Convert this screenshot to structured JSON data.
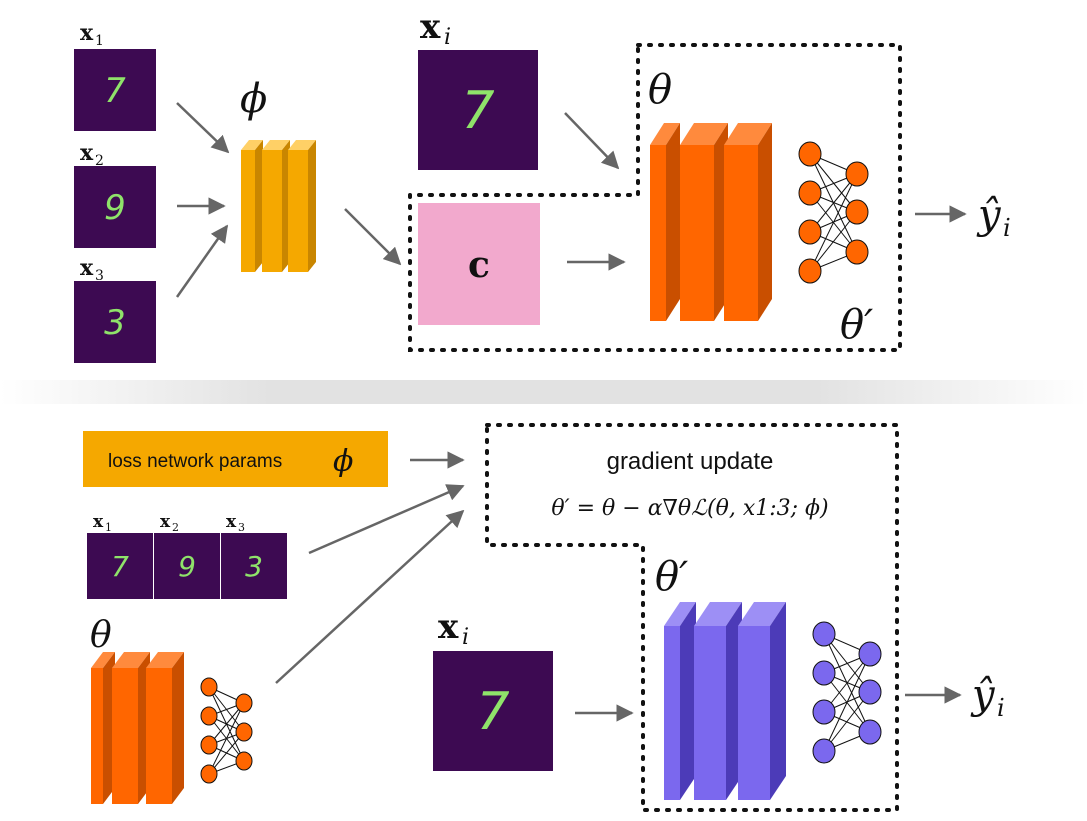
{
  "colors": {
    "loss_conv": "#f5a800",
    "base_conv": "#ff6600",
    "adapted_conv": "#7b68ee",
    "context_box": "#f2a9cd",
    "param_box": "#f5a800",
    "tile_bg": "#3d0a52",
    "arrow": "#666666"
  },
  "top": {
    "inputs": [
      {
        "label": "x",
        "sub": "1",
        "digit": "7"
      },
      {
        "label": "x",
        "sub": "2",
        "digit": "9"
      },
      {
        "label": "x",
        "sub": "3",
        "digit": "3"
      }
    ],
    "loss_net_label": "ϕ",
    "query_label": "x",
    "query_sub": "i",
    "query_digit": "7",
    "context_label": "c",
    "theta_label": "θ",
    "theta_prime_label": "θ′",
    "output_label": "ŷ",
    "output_sub": "i"
  },
  "bottom": {
    "param_box_text": "loss network params",
    "param_box_symbol": "ϕ",
    "update_title": "gradient update",
    "update_formula": "θ′ = θ − α∇θℒ(θ, x1:3; ϕ)",
    "strip_inputs": [
      {
        "label": "x",
        "sub": "1",
        "digit": "7"
      },
      {
        "label": "x",
        "sub": "2",
        "digit": "9"
      },
      {
        "label": "x",
        "sub": "3",
        "digit": "3"
      }
    ],
    "theta_label": "θ",
    "theta_prime_label": "θ′",
    "query_label": "x",
    "query_sub": "i",
    "query_digit": "7",
    "output_label": "ŷ",
    "output_sub": "i"
  }
}
